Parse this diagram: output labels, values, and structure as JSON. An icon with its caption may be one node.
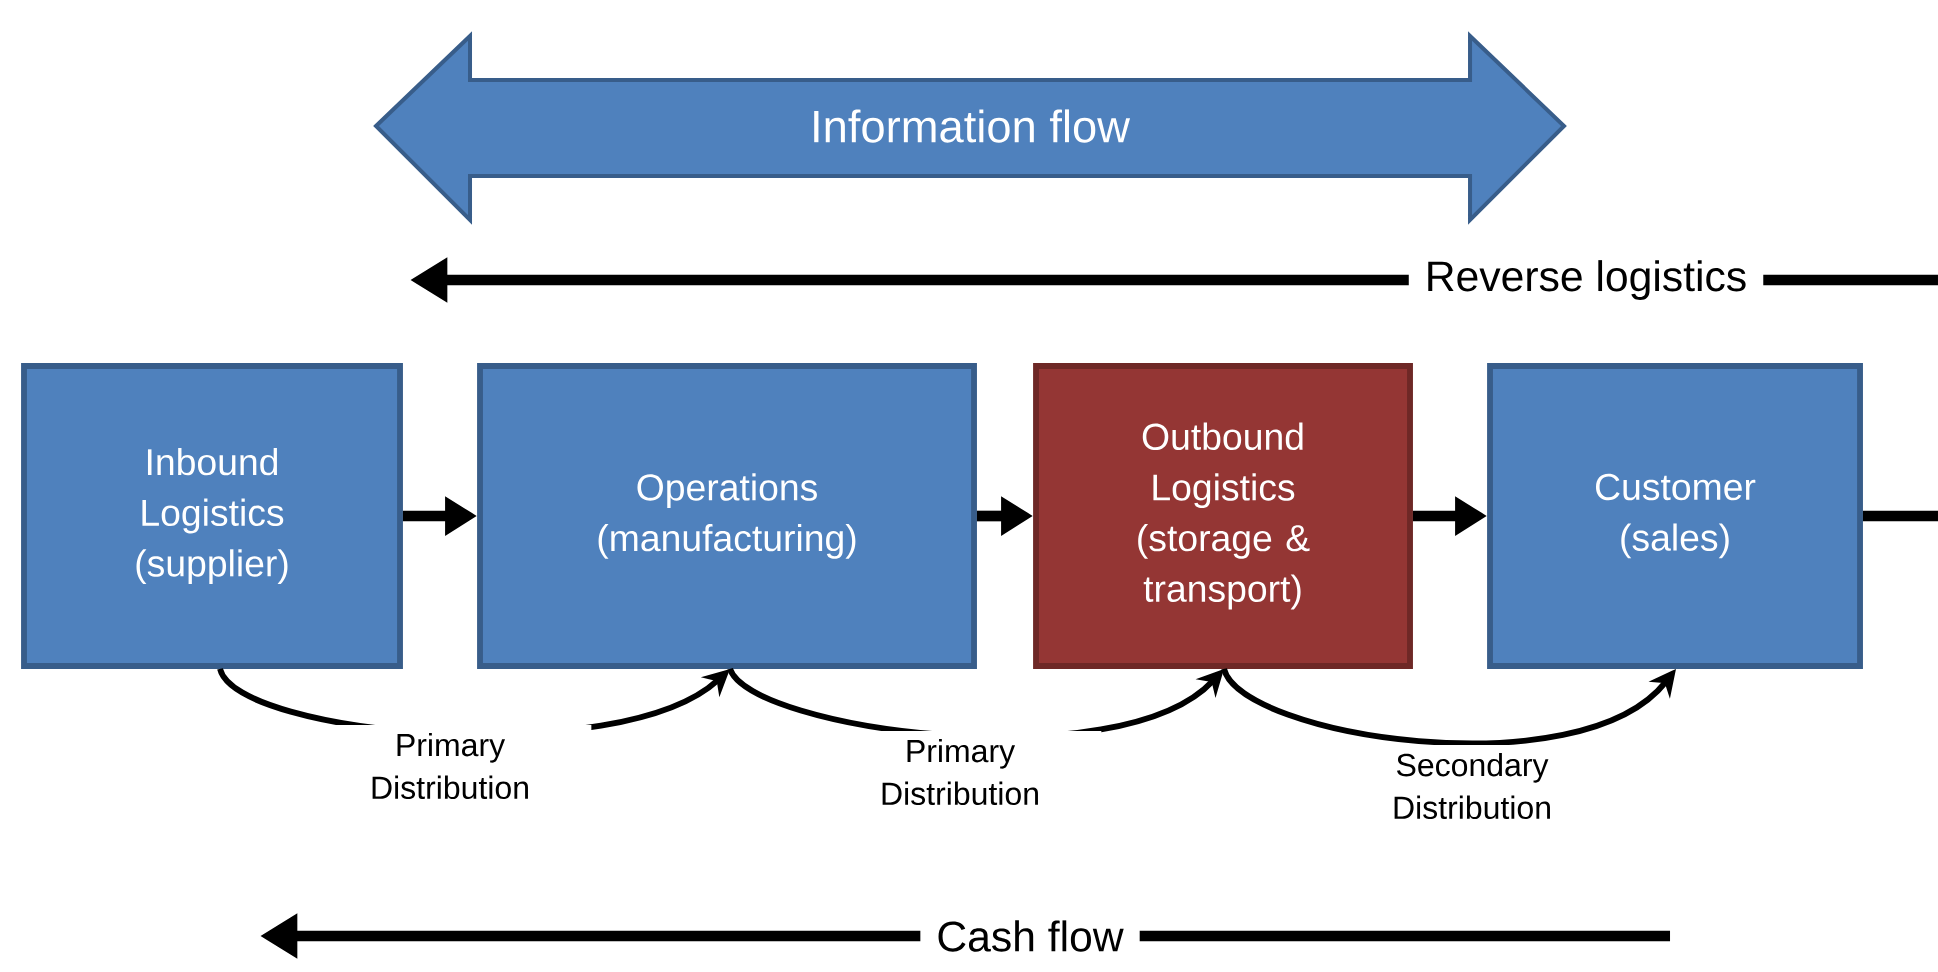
{
  "diagram": {
    "nodes": [
      {
        "text": [
          "Information flow"
        ]
      },
      {
        "text": [
          "Inbound Logistics (supplier)"
        ]
      },
      {
        "text": [
          "Operations (manufacturing)"
        ]
      },
      {
        "text": [
          "Outbound Logistics (storage & transport)"
        ]
      },
      {
        "text": [
          "Customer (sales)"
        ]
      }
    ],
    "edges": [
      {
        "from": 1,
        "to": 2,
        "arrow": "to"
      },
      {
        "from": 2,
        "to": 3,
        "arrow": "to"
      },
      {
        "from": 3,
        "to": 4,
        "arrow": "to"
      },
      {
        "from": 4,
        "to": null,
        "arrow": "none"
      },
      {
        "from": 1,
        "to": 2,
        "arrow": "to",
        "label": "Primary Distribution"
      },
      {
        "from": 2,
        "to": 3,
        "arrow": "to",
        "label": "Primary Distribution"
      },
      {
        "from": 3,
        "to": 4,
        "arrow": "to",
        "label": "Secondary Distribution"
      }
    ],
    "labels": [
      "Reverse logistics",
      "Cash flow"
    ]
  }
}
